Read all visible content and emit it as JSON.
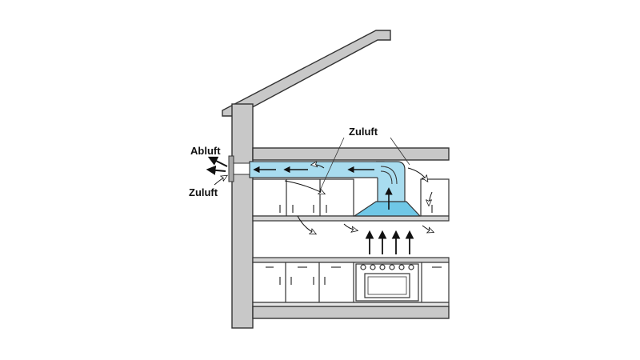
{
  "labels": {
    "abluft": "Abluft",
    "zuluft_left": "Zuluft",
    "zuluft_top": "Zuluft"
  },
  "colors": {
    "wall": "#c8c8c8",
    "outline": "#333333",
    "duct": "#a8dcef",
    "hood": "#6fc7e6",
    "ink": "#111111"
  },
  "icons": {
    "exhaust_flow": "arrow-left",
    "supply_flow": "curved-open-arrow",
    "cooking_heat": "arrow-up"
  }
}
